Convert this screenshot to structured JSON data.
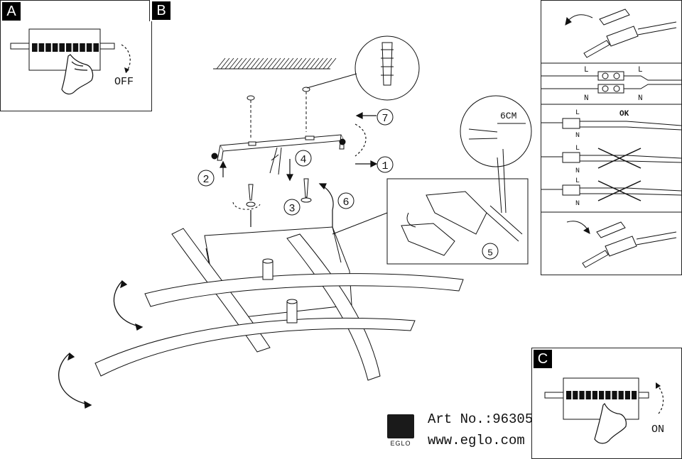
{
  "panels": {
    "A": {
      "tag": "A",
      "label": "OFF"
    },
    "B": {
      "tag": "B"
    },
    "C": {
      "tag": "C",
      "label": "ON"
    }
  },
  "steps": [
    "1",
    "2",
    "3",
    "4",
    "5",
    "6",
    "7"
  ],
  "wiring": {
    "cable_length": "6CM",
    "live": "L",
    "neutral": "N",
    "ok": "OK"
  },
  "footer": {
    "article": "Art No.:96305",
    "website": "www.eglo.com",
    "logo_text": "EGLO"
  }
}
